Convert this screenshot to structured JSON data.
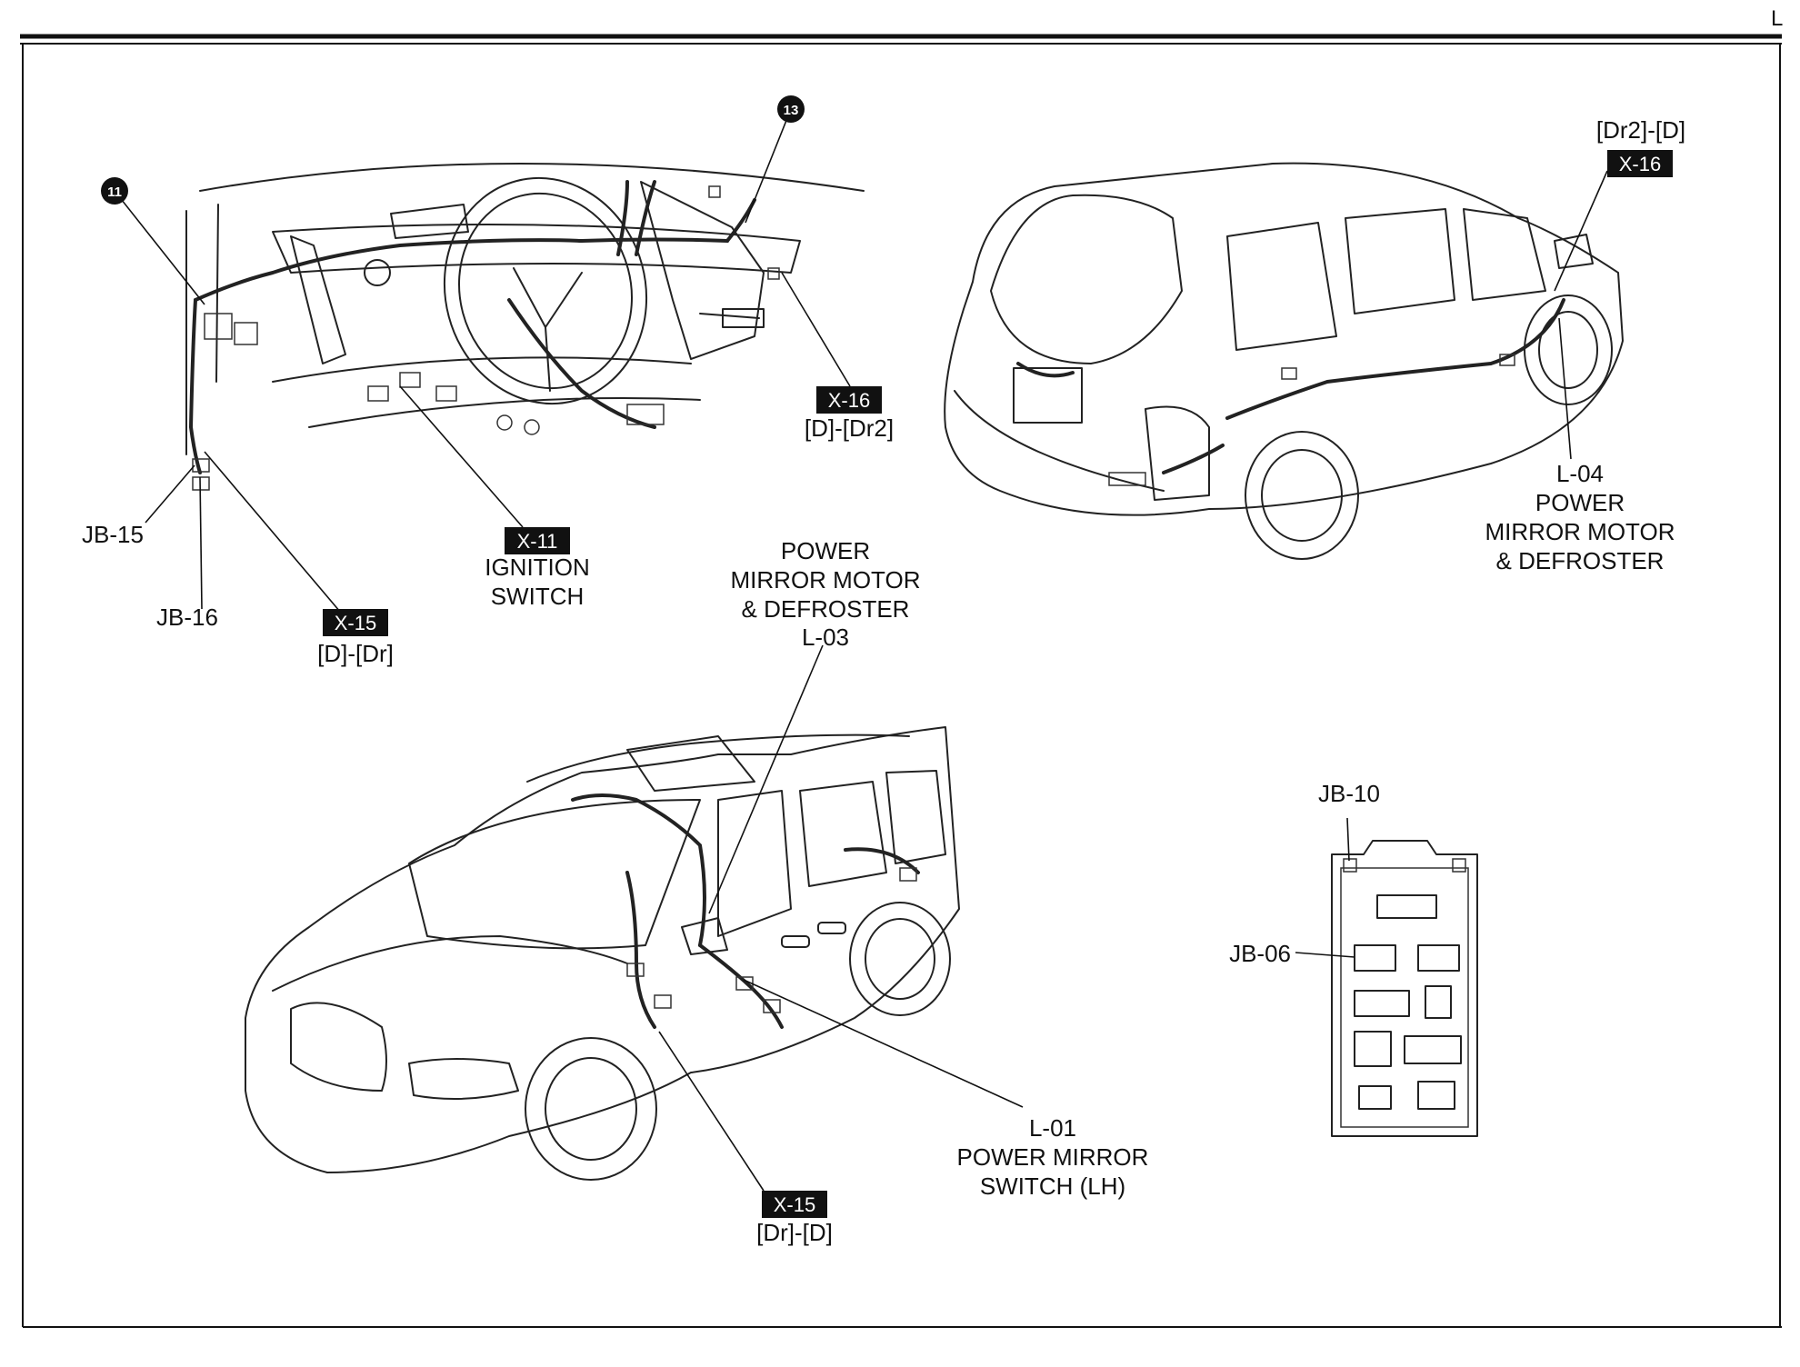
{
  "page": {
    "corner_letter": "L"
  },
  "callouts": {
    "c11": "11",
    "c13": "13"
  },
  "labels": {
    "jb15": "JB-15",
    "jb16": "JB-16",
    "x15_tag_dash": "X-15",
    "x15_dash_sub": "[D]-[Dr]",
    "x11_tag": "X-11",
    "x11_line1": "IGNITION",
    "x11_line2": "SWITCH",
    "x16_tag_dash": "X-16",
    "x16_dash_sub": "[D]-[Dr2]",
    "x16_tag_rear": "X-16",
    "x16_rear_sub": "[Dr2]-[D]",
    "l04_code": "L-04",
    "l04_line1": "POWER",
    "l04_line2": "MIRROR MOTOR",
    "l04_line3": "& DEFROSTER",
    "l03_line1": "POWER",
    "l03_line2": "MIRROR MOTOR",
    "l03_line3": "& DEFROSTER",
    "l03_code": "L-03",
    "l01_code": "L-01",
    "l01_line1": "POWER MIRROR",
    "l01_line2": "SWITCH (LH)",
    "x15_tag_front": "X-15",
    "x15_front_sub": "[Dr]-[D]",
    "jb10": "JB-10",
    "jb06": "JB-06"
  }
}
